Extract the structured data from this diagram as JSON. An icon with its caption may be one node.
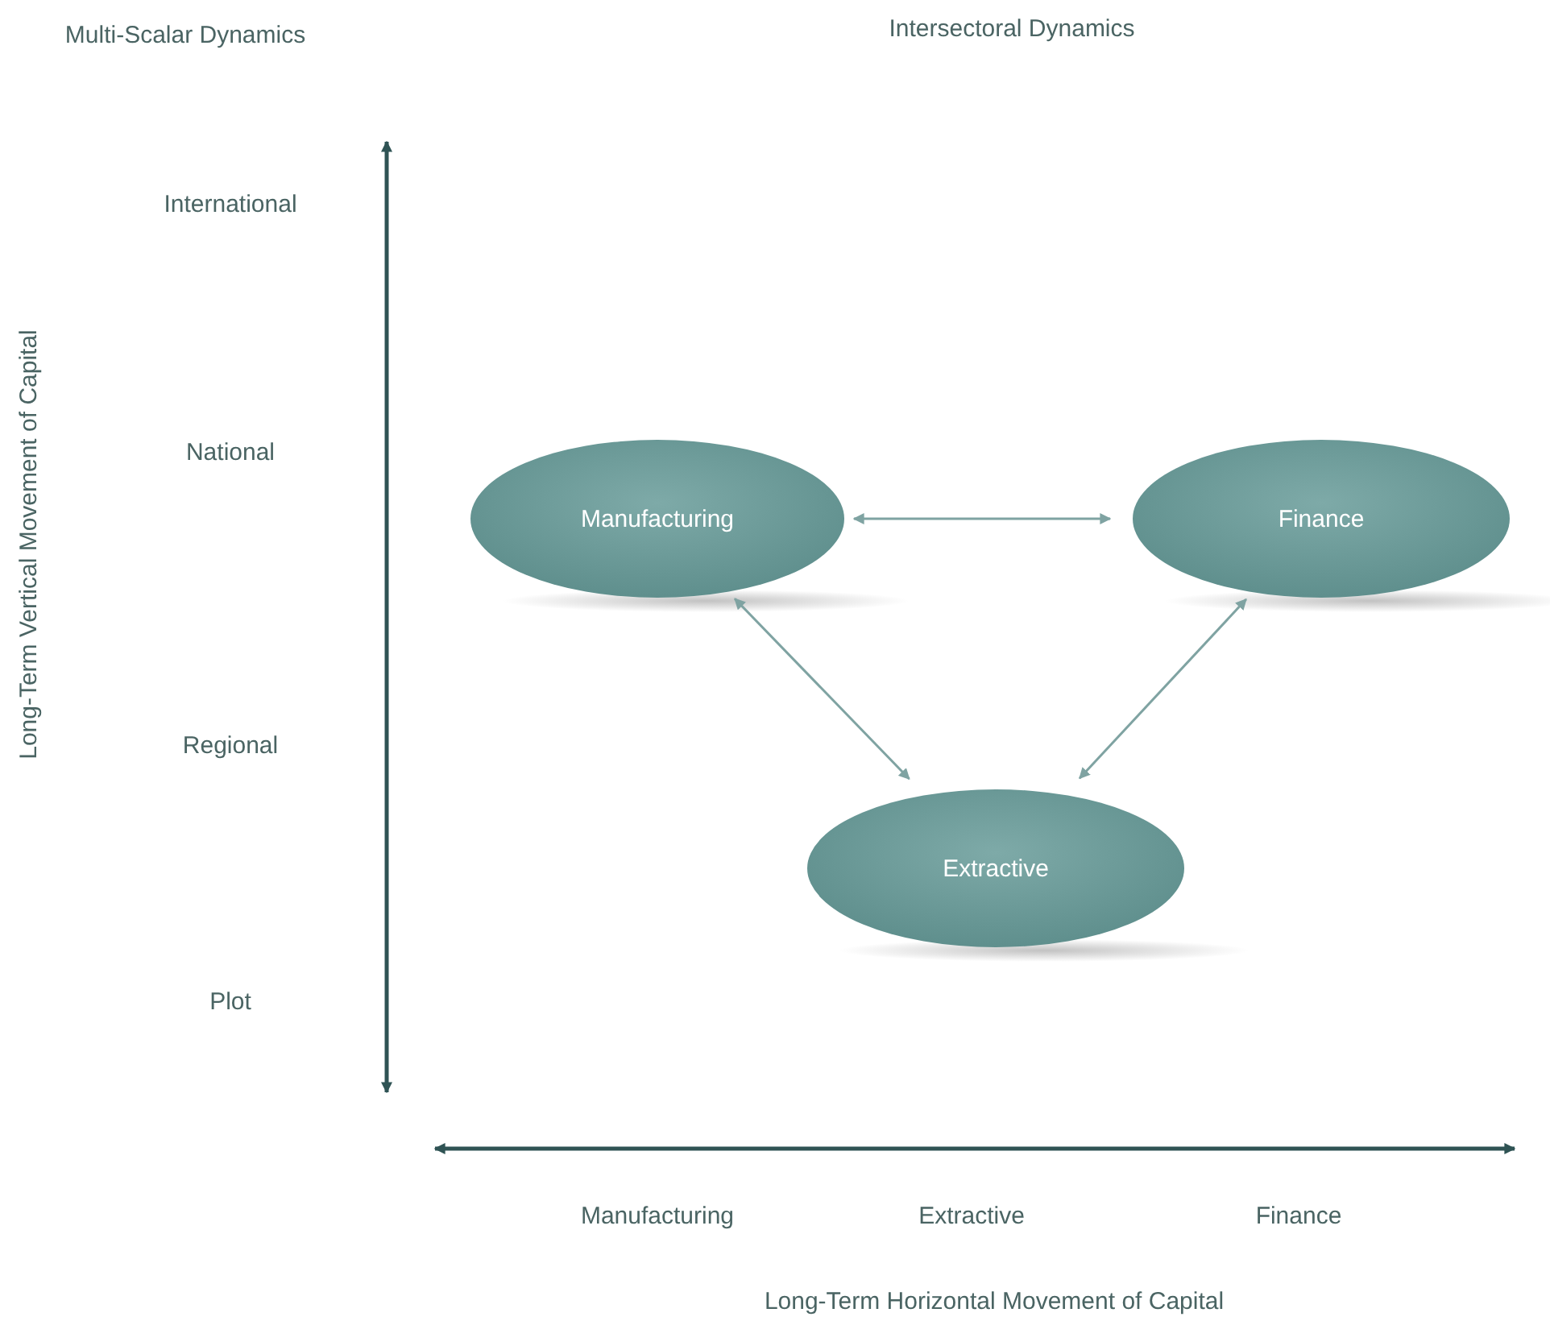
{
  "diagram": {
    "nodes": [
      {
        "text": [
          "Manufacturing"
        ]
      },
      {
        "text": [
          "Finance"
        ]
      },
      {
        "text": [
          "Extractive"
        ]
      }
    ],
    "edges": [
      {
        "from": 0,
        "to": 1,
        "arrow": "both"
      },
      {
        "from": 0,
        "to": 2,
        "arrow": "both"
      },
      {
        "from": 1,
        "to": 2,
        "arrow": "both"
      }
    ],
    "labels": [
      "Multi-Scalar Dynamics",
      "Intersectoral Dynamics",
      "International",
      "National",
      "Regional",
      "Plot",
      "Long-Term Vertical Movement of Capital",
      "Manufacturing",
      "Extractive",
      "Finance",
      "Long-Term Horizontal Movement of Capital"
    ]
  }
}
